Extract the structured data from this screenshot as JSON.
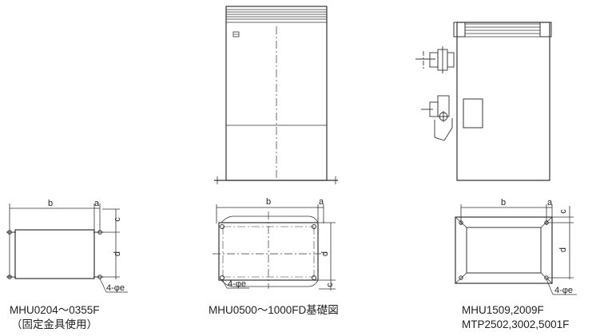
{
  "dimension_labels": {
    "b": "b",
    "a": "a",
    "c": "c",
    "d": "d",
    "holes": "4-φe"
  },
  "captions": {
    "left_line1": "MHU0204～0355F",
    "left_line2": "（固定金具使用）",
    "center": "MHU0500～1000FD基礎図",
    "right_line1": "MHU1509,2009F",
    "right_line2": "MTP2502,3002,5001F"
  }
}
